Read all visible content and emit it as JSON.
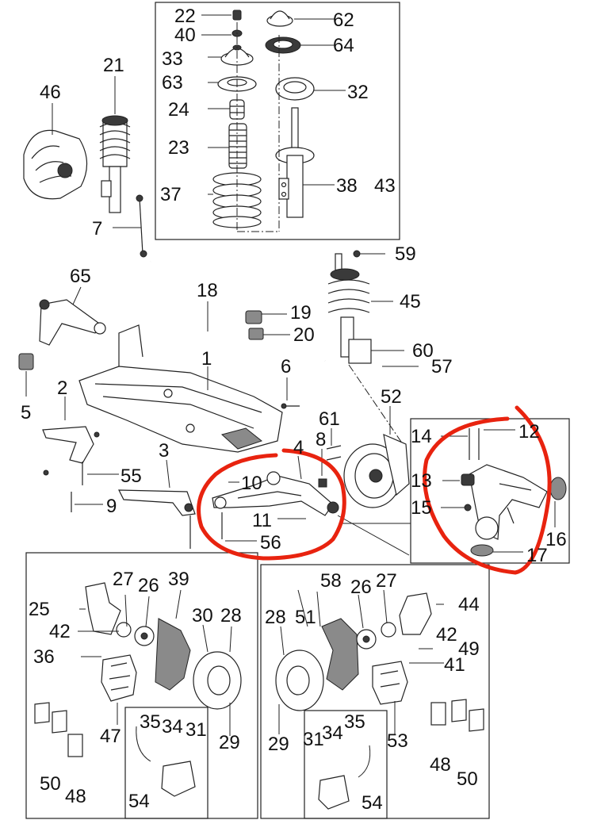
{
  "colors": {
    "line": "#222222",
    "part_fill": "#ffffff",
    "shade": "#8a8a8a",
    "dark": "#3a3a3a",
    "highlight": "#e8230f"
  },
  "callouts": {
    "c22": "22",
    "c40": "40",
    "c33": "33",
    "c63": "63",
    "c24": "24",
    "c23": "23",
    "c37": "37",
    "c62": "62",
    "c64": "64",
    "c32": "32",
    "c38": "38",
    "c43": "43",
    "c21": "21",
    "c46": "46",
    "c7": "7",
    "c59": "59",
    "c45": "45",
    "c60": "60",
    "c57": "57",
    "c65": "65",
    "c18": "18",
    "c19": "19",
    "c20": "20",
    "c1": "1",
    "c6": "6",
    "c5": "5",
    "c2": "2",
    "c3": "3",
    "c55": "55",
    "c9": "9",
    "c4": "4",
    "c10": "10",
    "c11": "11",
    "c56": "56",
    "c61": "61",
    "c8": "8",
    "c52": "52",
    "c14": "14",
    "c12": "12",
    "c13": "13",
    "c15": "15",
    "c16": "16",
    "c17": "17",
    "l27": "27",
    "l26": "26",
    "l39": "39",
    "l25": "25",
    "l42": "42",
    "l30": "30",
    "l28": "28",
    "l36": "36",
    "l47": "47",
    "l29": "29",
    "l35": "35",
    "l34": "34",
    "l31": "31",
    "l50": "50",
    "l48": "48",
    "l54": "54",
    "r58": "58",
    "r26": "26",
    "r27": "27",
    "r44": "44",
    "r28": "28",
    "r51": "51",
    "r42": "42",
    "r49": "49",
    "r41": "41",
    "r53": "53",
    "r29": "29",
    "r31": "31",
    "r34": "34",
    "r35": "35",
    "r54": "54",
    "r48": "48",
    "r50": "50"
  }
}
